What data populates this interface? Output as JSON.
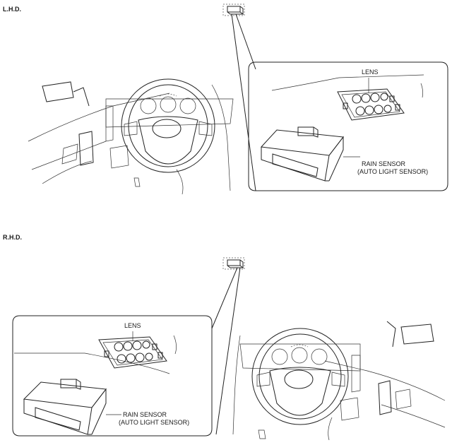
{
  "sections": [
    {
      "label": "L.H.D.",
      "lens_label": "LENS",
      "sensor_label_line1": "RAIN SENSOR",
      "sensor_label_line2": "(AUTO LIGHT SENSOR)"
    },
    {
      "label": "R.H.D.",
      "lens_label": "LENS",
      "sensor_label_line1": "RAIN SENSOR",
      "sensor_label_line2": "(AUTO LIGHT SENSOR)"
    }
  ]
}
